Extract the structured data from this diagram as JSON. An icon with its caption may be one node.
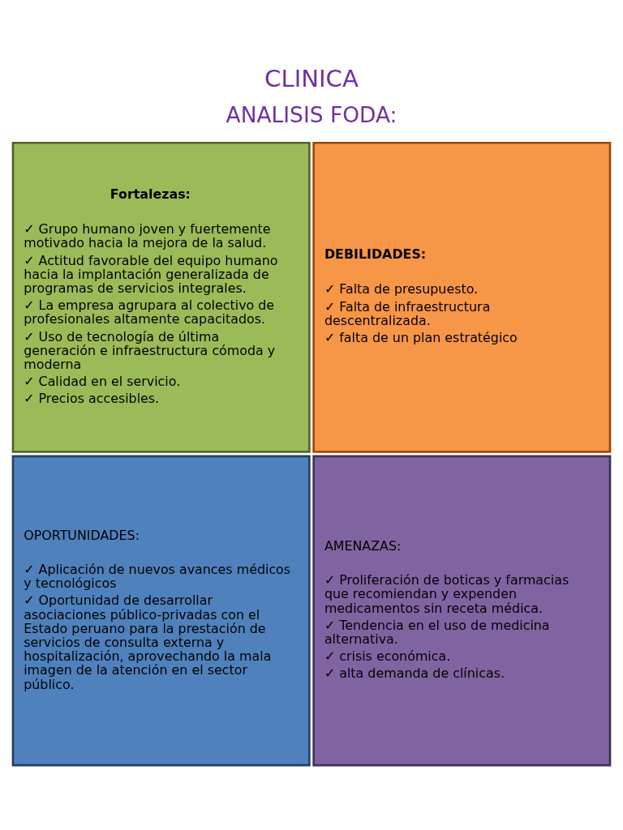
{
  "diagram": {
    "title": "CLINICA",
    "nodes": [
      {
        "text": [
          "Fortalezas:",
          "✓ Grupo humano joven y fuertemente motivado hacia la mejora de la salud.",
          "✓ Actitud favorable del equipo humano hacia la implantación generalizada de programas de servicios integrales.",
          "✓ La empresa agrupara al colectivo de profesionales altamente capacitados.",
          "✓ Uso de tecnología de última generación e infraestructura cómoda y moderna",
          "✓ Calidad en el servicio.",
          "✓ Precios accesibles."
        ]
      },
      {
        "text": [
          "DEBILIDADES:",
          "✓ Falta de presupuesto.",
          "✓ Falta de infraestructura descentralizada.",
          "✓ falta de un plan estratégico"
        ]
      },
      {
        "text": [
          "OPORTUNIDADES:",
          "✓ Aplicación de nuevos avances médicos y tecnológicos",
          "✓ Oportunidad de desarrollar asociaciones público-privadas con el Estado peruano para la prestación de servicios de consulta externa y hospitalización, aprovechando la mala imagen de la atención en el sector público."
        ]
      },
      {
        "text": [
          "AMENAZAS:",
          "✓ Proliferación de boticas y farmacias que recomiendan y expenden medicamentos sin receta médica.",
          "✓ Tendencia en el uso de medicina alternativa.",
          "✓ crisis económica.",
          "✓ alta demanda de clínicas."
        ]
      }
    ],
    "edges": [],
    "labels": [
      "ANALISIS FODA:"
    ]
  }
}
